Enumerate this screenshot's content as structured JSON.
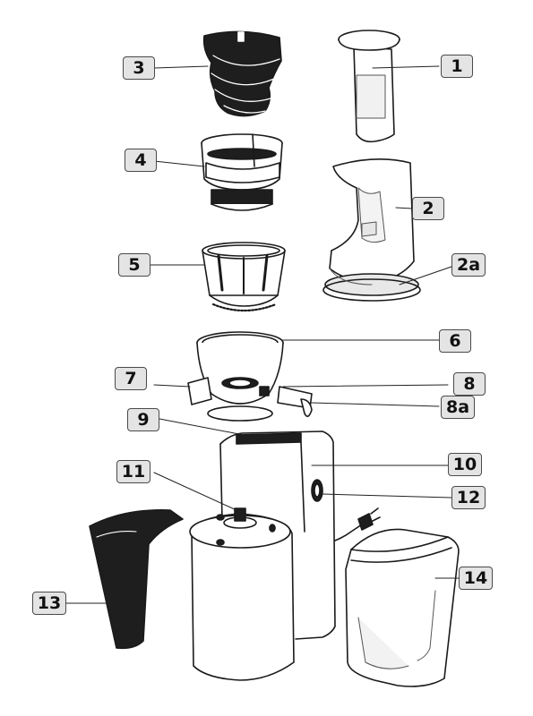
{
  "labels": {
    "l1": "1",
    "l2": "2",
    "l2a": "2a",
    "l3": "3",
    "l4": "4",
    "l5": "5",
    "l6": "6",
    "l7": "7",
    "l8": "8",
    "l8a": "8a",
    "l9": "9",
    "l10": "10",
    "l11": "11",
    "l12": "12",
    "l13": "13",
    "l14": "14"
  },
  "colors": {
    "outline": "#1a1a1a",
    "part_dark": "#1e1e1e",
    "part_light": "#ffffff",
    "shade": "#d8d8d8",
    "label_bg": "#e4e4e4"
  }
}
